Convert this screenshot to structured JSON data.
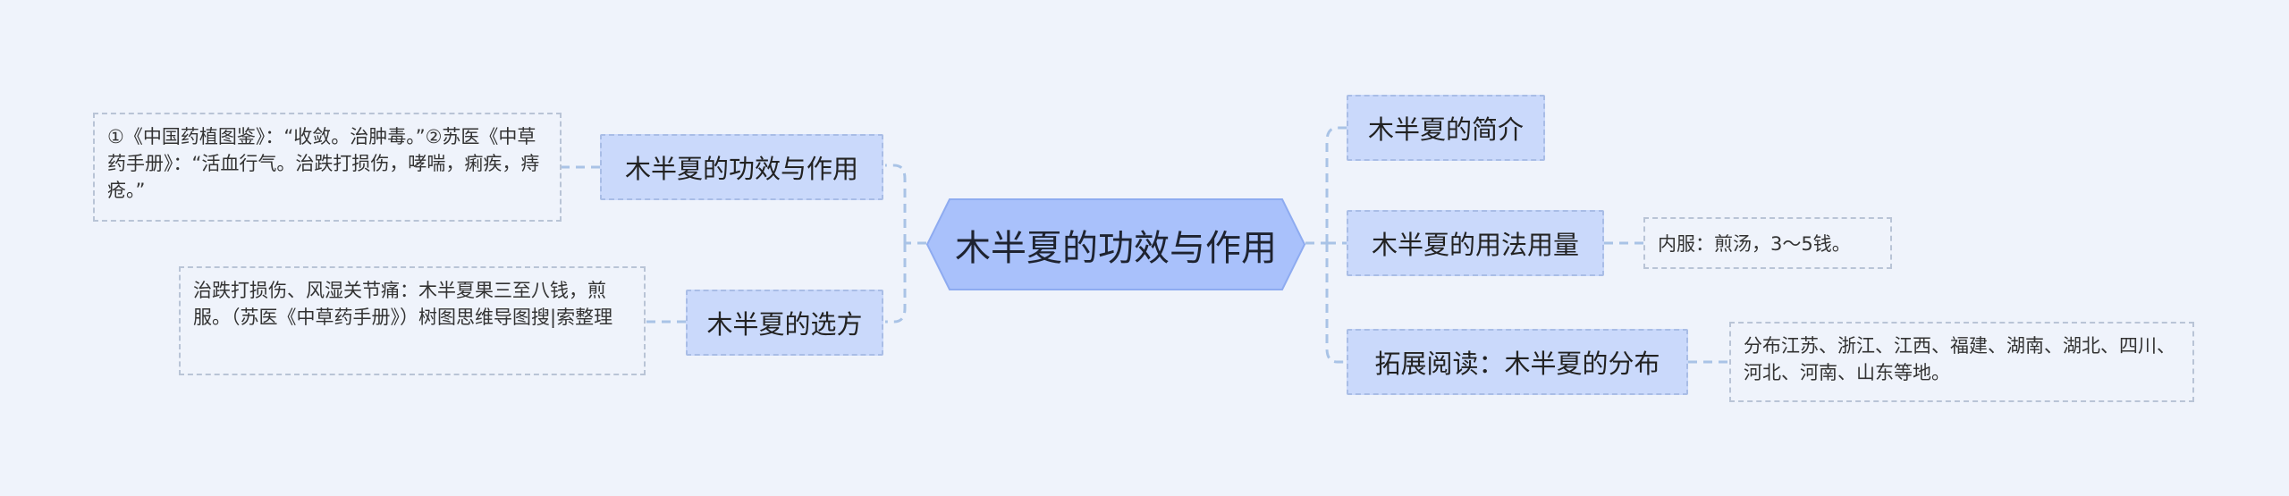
{
  "diagram": {
    "root": {
      "label": "木半夏的功效与作用"
    },
    "left_branches": [
      {
        "label": "木半夏的功效与作用",
        "detail": "①《中国药植图鉴》：“收敛。治肿毒。”②苏医《中草药手册》：“活血行气。治跌打损伤，哮喘，痢疾，痔疮。”"
      },
      {
        "label": "木半夏的选方",
        "detail": "治跌打损伤、风湿关节痛：木半夏果三至八钱，煎服。（苏医《中草药手册》）树图思维导图搜|索整理"
      }
    ],
    "right_branches": [
      {
        "label": "木半夏的简介"
      },
      {
        "label": "木半夏的用法用量",
        "detail": "内服：煎汤，3～5钱。"
      },
      {
        "label": "拓展阅读：木半夏的分布",
        "detail": "分布江苏、浙江、江西、福建、湖南、湖北、四川、河北、河南、山东等地。"
      }
    ]
  },
  "colors": {
    "root_fill": "#a9c1fb",
    "root_border": "#8eabf0",
    "topic_fill": "#cad9fb",
    "connector": "#a9c3e6",
    "background": "#eff3fb"
  }
}
